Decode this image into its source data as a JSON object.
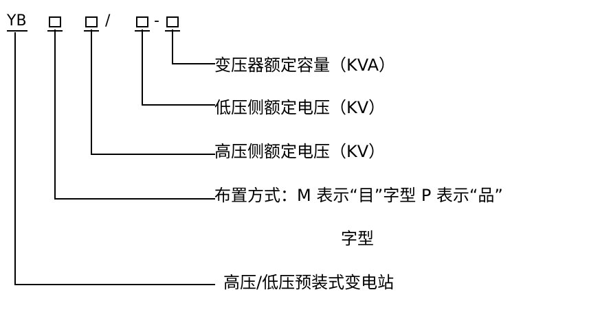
{
  "code": {
    "prefix": "YB",
    "slash": "/",
    "dash": "-",
    "box_char": "□"
  },
  "descriptions": [
    "变压器额定容量（KVA）",
    "低压侧额定电压（KV）",
    "高压侧额定电压（KV）",
    "布置方式：M 表示“目”字型 P 表示“品”",
    "字型",
    "高压/低压预装式变电站"
  ]
}
